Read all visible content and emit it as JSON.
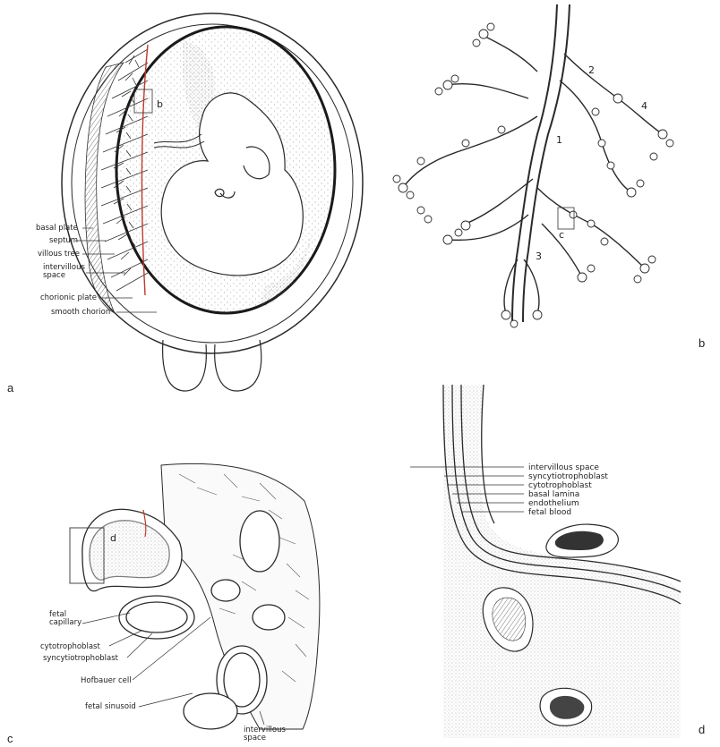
{
  "panels": {
    "a": {
      "letter": "a",
      "marker": "b",
      "labels": [
        "basal plate",
        "septum",
        "villous tree",
        "intervillous\nspace",
        "chorionic plate",
        "smooth chorion"
      ]
    },
    "b": {
      "letter": "b",
      "numbers": [
        "1",
        "2",
        "3",
        "4"
      ],
      "marker": "c"
    },
    "c": {
      "letter": "c",
      "marker": "d",
      "labels": [
        "fetal\ncapillary",
        "cytotrophoblast",
        "syncytiotrophoblast",
        "Hofbauer cell",
        "fetal sinusoid",
        "intervillous\nspace"
      ]
    },
    "d": {
      "letter": "d",
      "labels": [
        "intervillous space",
        "syncytiotrophoblast",
        "cytotrophoblast",
        "basal lamina",
        "endothelium",
        "fetal blood"
      ]
    }
  },
  "colors": {
    "ink": "#2a2a2a",
    "accent_red": "#c0392b",
    "stipple": "#9a9a9a"
  }
}
